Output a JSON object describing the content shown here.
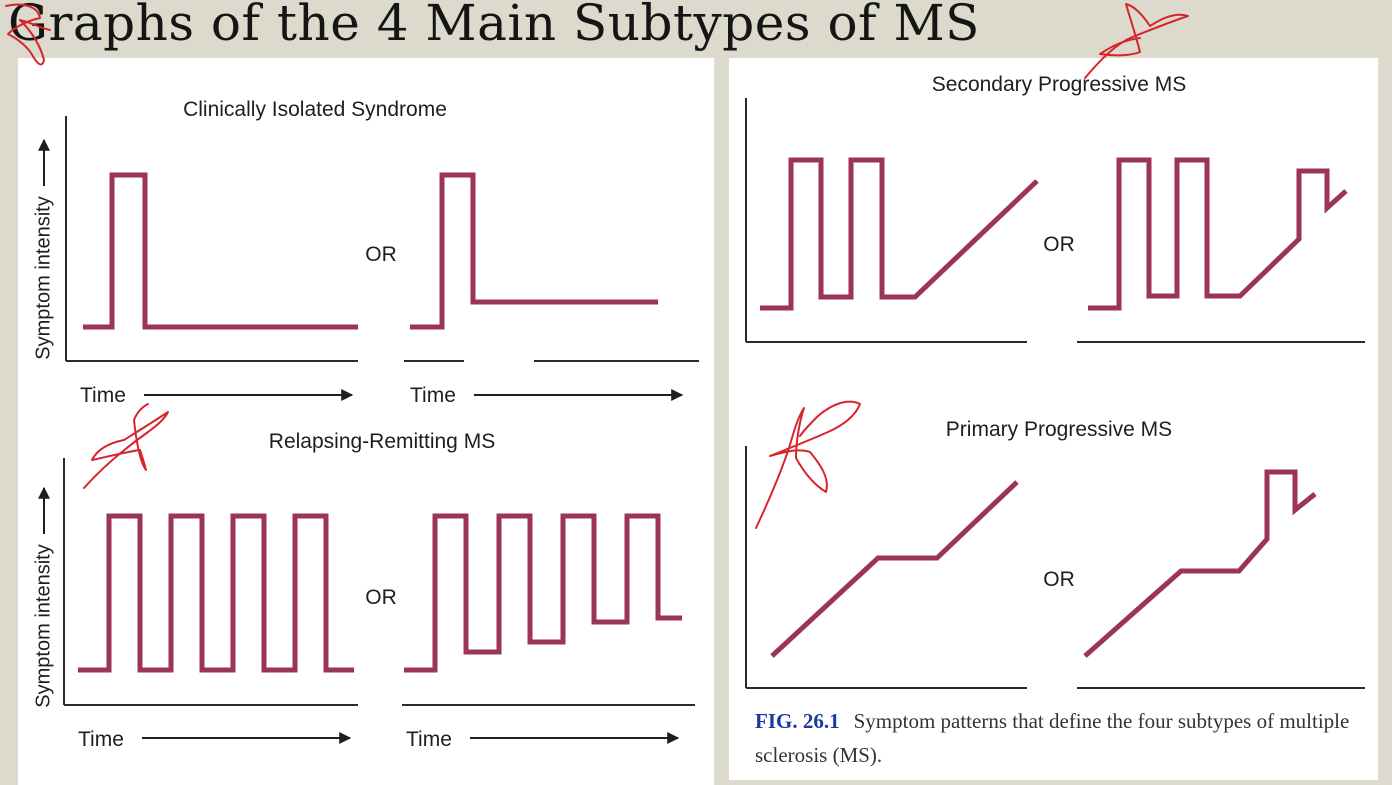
{
  "slide": {
    "title": "Graphs of the 4 Main Subtypes of MS"
  },
  "colors": {
    "trace": "#9c3358",
    "axis": "#2a2a2a",
    "annotation_ink": "#d8242c",
    "figure_label": "#1b3a9c",
    "background": "#dcd9cd"
  },
  "figure": {
    "panels": {
      "cis": {
        "title": "Clinically Isolated Syndrome",
        "ylabel": "Symptom intensity",
        "or": "OR",
        "xlabel_left": "Time",
        "xlabel_right": "Time"
      },
      "rrms": {
        "title": "Relapsing-Remitting MS",
        "ylabel": "Symptom intensity",
        "or": "OR",
        "xlabel_left": "Time",
        "xlabel_right": "Time"
      },
      "spms": {
        "title": "Secondary Progressive MS",
        "or": "OR"
      },
      "ppms": {
        "title": "Primary Progressive MS",
        "or": "OR"
      }
    },
    "caption": {
      "label": "FIG. 26.1",
      "text": "Symptom patterns that define the four subtypes of multiple sclerosis (MS)."
    }
  },
  "annotations": [
    {
      "kind": "handwritten-star",
      "ink": "red",
      "near": "slide title"
    },
    {
      "kind": "handwritten-star",
      "ink": "red",
      "near": "slide title (right)"
    },
    {
      "kind": "handwritten-star",
      "ink": "red",
      "near": "Relapsing-Remitting MS"
    },
    {
      "kind": "handwritten-star",
      "ink": "red",
      "near": "Primary Progressive MS"
    }
  ]
}
